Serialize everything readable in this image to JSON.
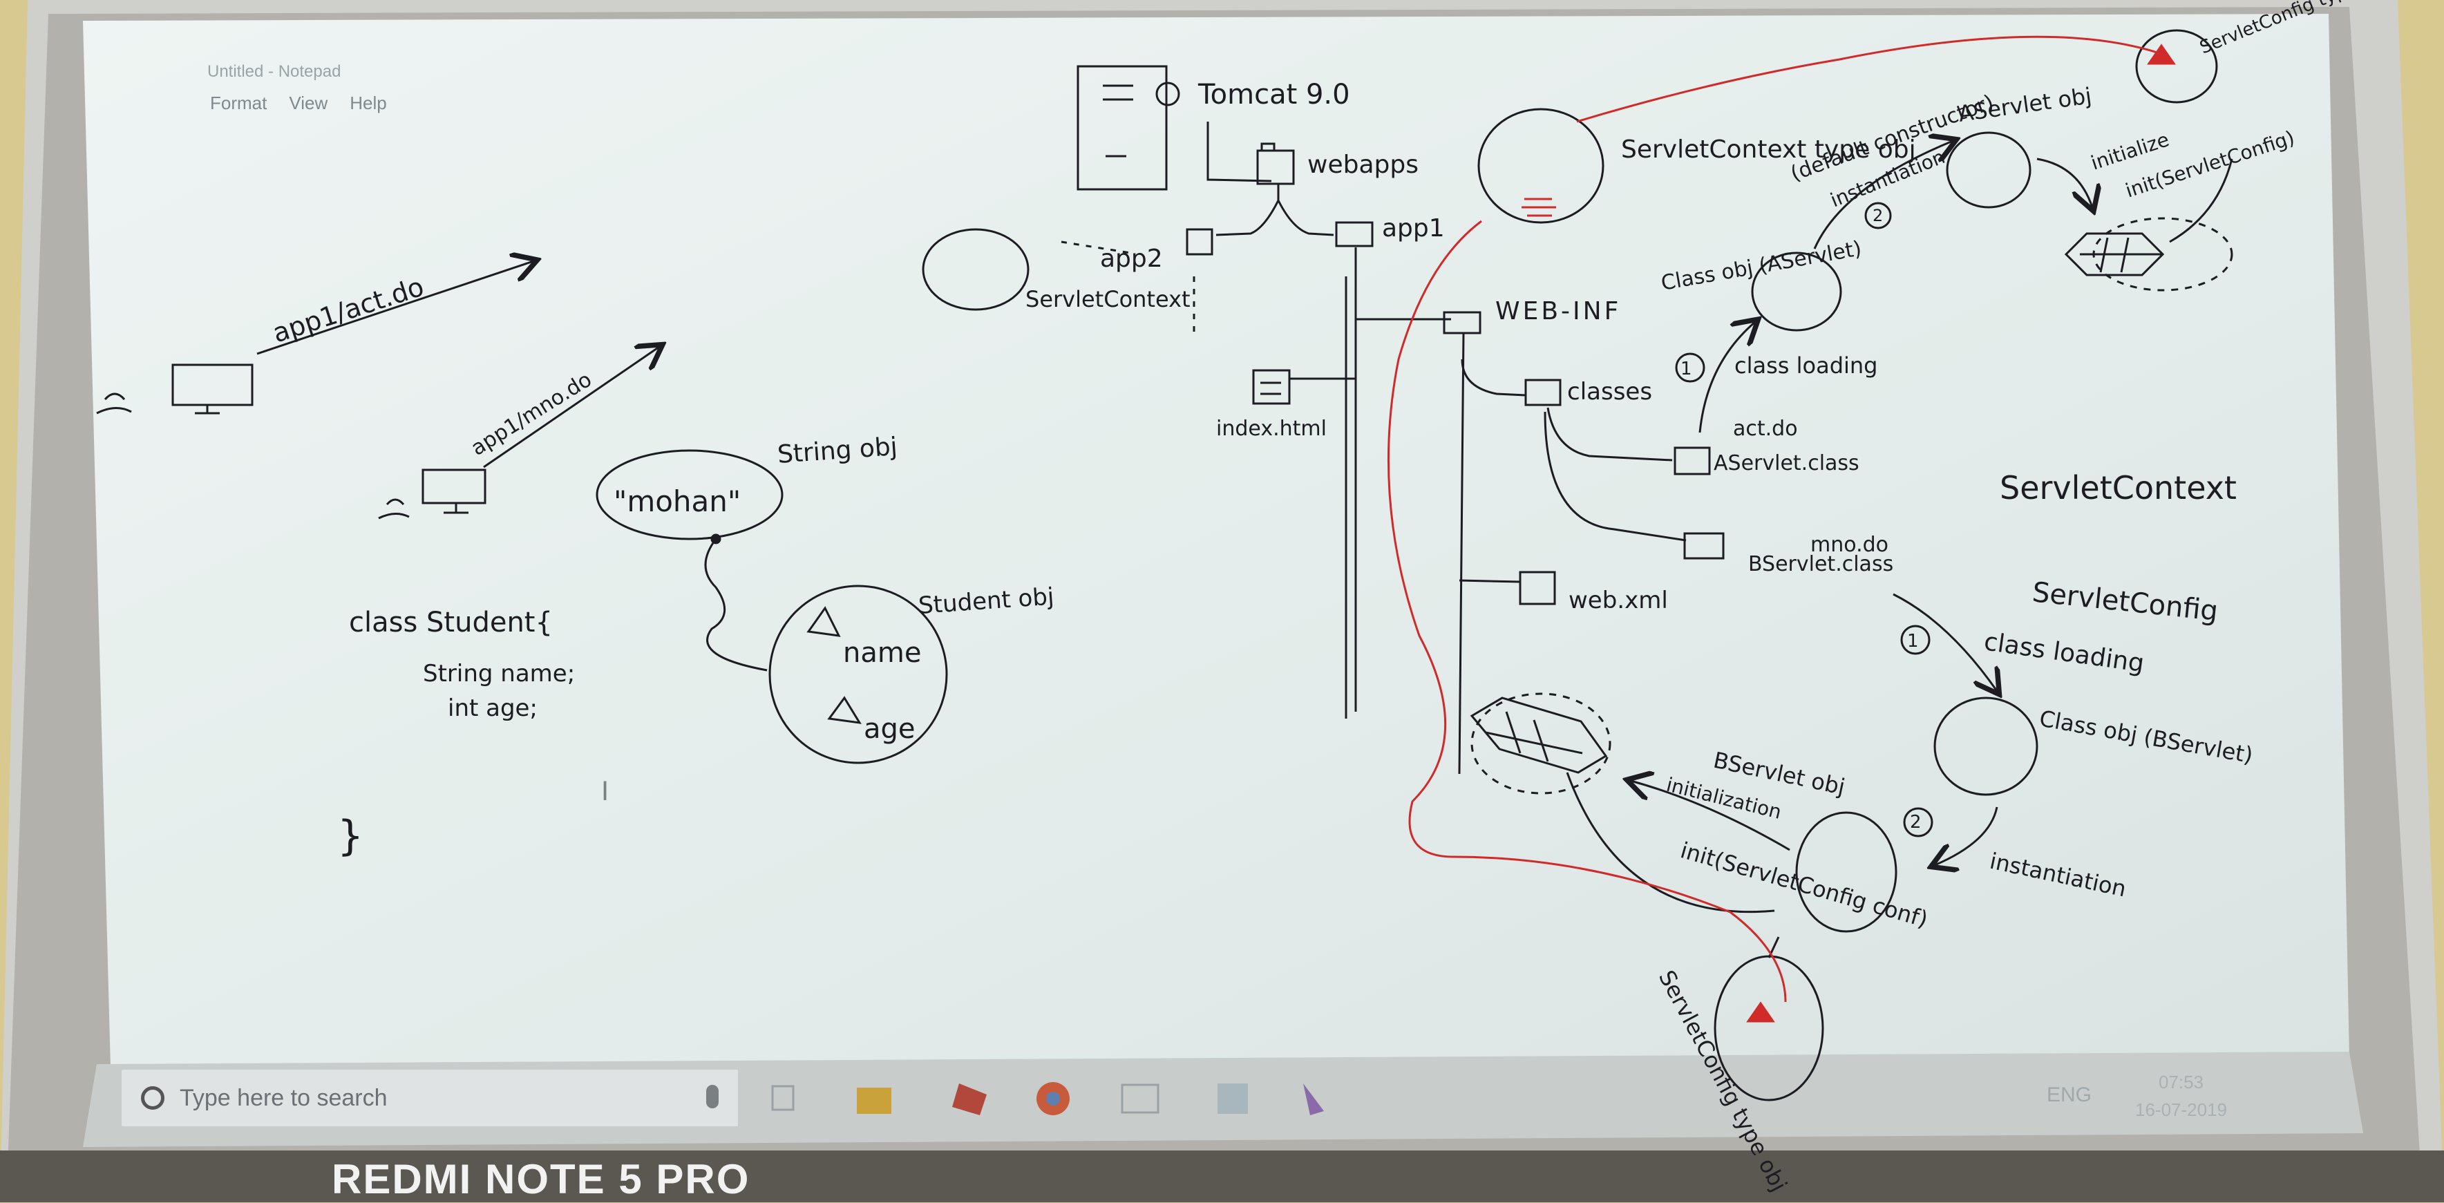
{
  "notepad": {
    "title": "Untitled - Notepad",
    "menu": [
      "Format",
      "View",
      "Help"
    ]
  },
  "taskbar": {
    "search_placeholder": "Type here to search",
    "language": "ENG",
    "time": "07:53",
    "date": "16-07-2019",
    "icons": [
      "task-view-icon",
      "file-explorer-icon",
      "winrar-icon",
      "chrome-icon",
      "window-icon",
      "notepad-icon",
      "paint-icon"
    ]
  },
  "whiteboard": {
    "left": {
      "url1": "app1/act.do",
      "url2": "app1/mno.do",
      "string_value": "\"mohan\"",
      "string_label": "String obj",
      "student_label": "Student obj",
      "field_name": "name",
      "field_age": "age",
      "code": [
        "class Student{",
        "String name;",
        "int age;",
        "}"
      ]
    },
    "server": {
      "tomcat": "Tomcat 9.0",
      "webapps": "webapps",
      "app1": "app1",
      "app2": "app2",
      "servlet_context_left": "ServletContext",
      "index": "index.html",
      "webinf": "WEB-INF",
      "classes": "classes",
      "aservlet_file": "AServlet.class",
      "bservlet_file": "BServlet.class",
      "act_do": "act.do",
      "mno_do": "mno.do",
      "webxml": "web.xml"
    },
    "right": {
      "sc_obj": "ServletContext type obj",
      "default_constructor": "(default constructor)",
      "instantiation_top": "instantiation",
      "aservlet_obj": "AServlet obj",
      "initialize_top": "initialize",
      "init_top": "init(ServletConfig)",
      "sconfig_top": "ServletConfig type obj",
      "class_obj_a": "Class obj (AServlet)",
      "class_loading_a": "class loading",
      "servletcontext_note": "ServletContext",
      "servletconfig_note": "ServletConfig",
      "class_loading_b": "class loading",
      "class_obj_b": "Class obj (BServlet)",
      "instantiation_b": "instantiation",
      "bservlet_obj": "BServlet obj",
      "initialize_b": "initialization",
      "init_b": "init(ServletConfig conf)",
      "sconfig_bottom": "ServletConfig type obj",
      "step1": "1",
      "step2": "2"
    }
  },
  "watermark": "REDMI NOTE 5 PRO",
  "colors": {
    "ink": "#1c1c22",
    "red_ink": "#d02a2a",
    "board": "#e4eeec",
    "wall": "#d7c98f"
  }
}
